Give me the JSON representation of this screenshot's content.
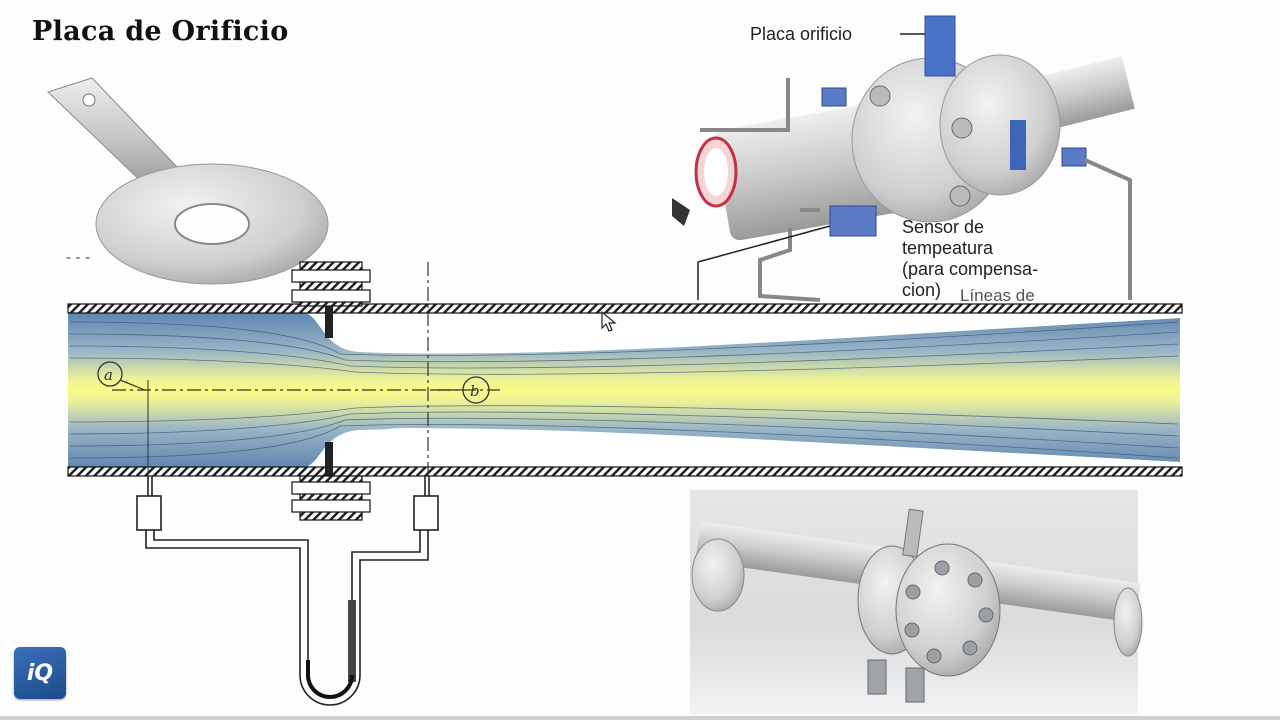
{
  "slide": {
    "title": "Placa de Orificio",
    "labels": {
      "placa_orificio": "Placa orificio",
      "sensor": [
        "Sensor de",
        "tempeatura",
        "(para compensa-",
        "cion)"
      ],
      "lineas": "Líneas de"
    },
    "diagram_markers": {
      "a": "a",
      "b": "b"
    },
    "logo_text": "iQ"
  }
}
